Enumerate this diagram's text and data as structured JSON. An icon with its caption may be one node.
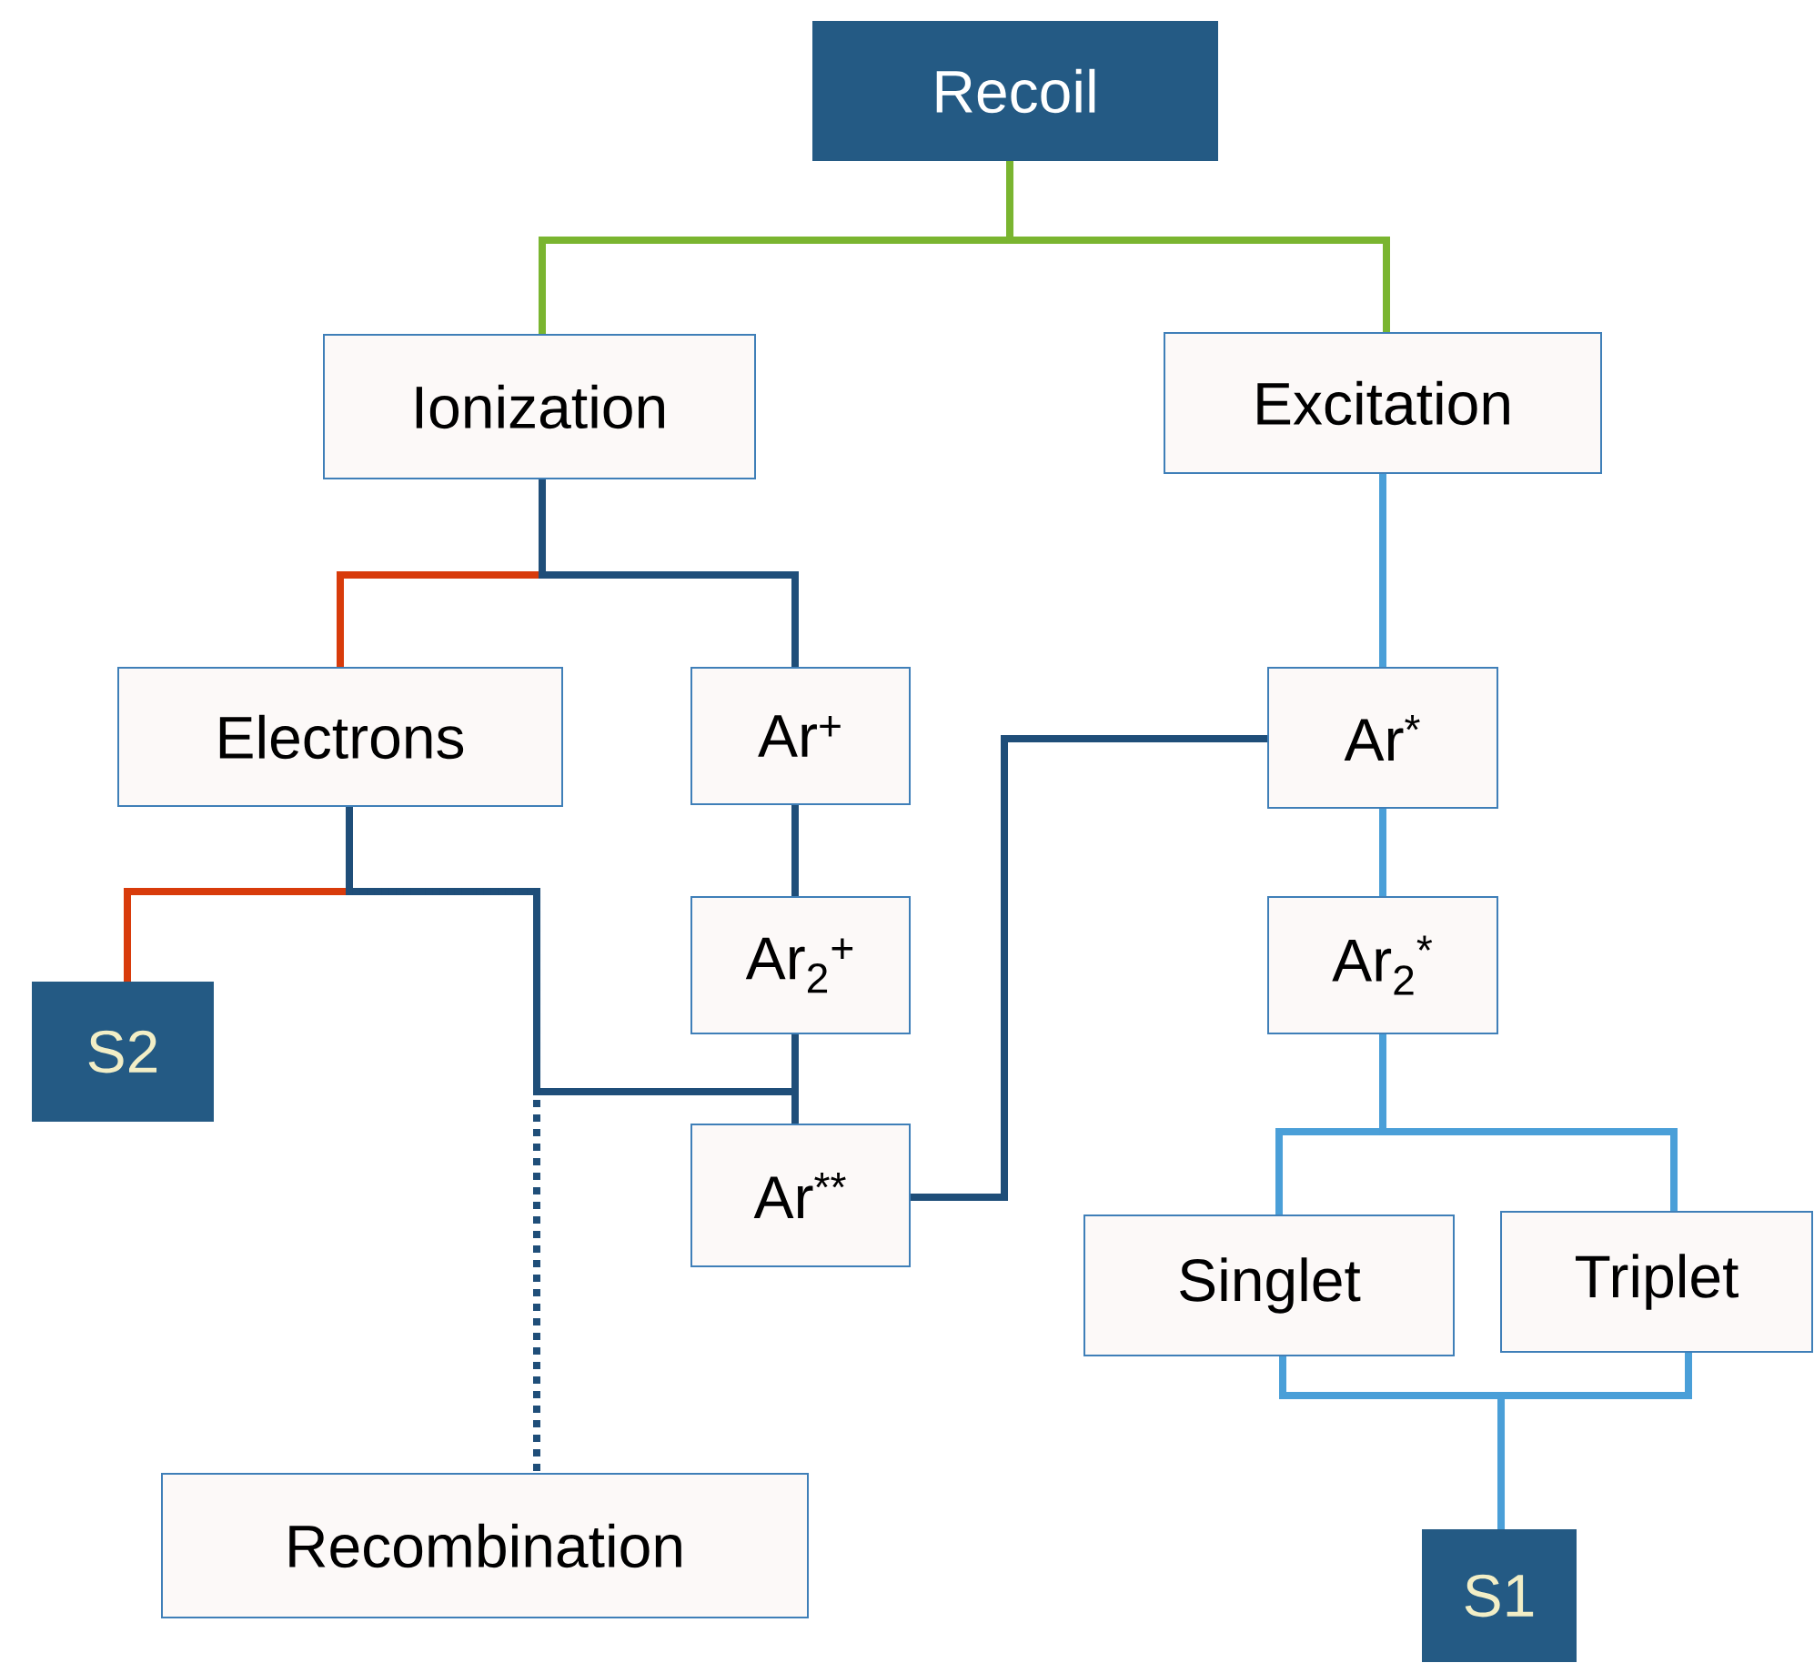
{
  "diagram": {
    "nodes": [
      {
        "text": [
          "Recoil"
        ]
      },
      {
        "text": [
          "Ionization"
        ]
      },
      {
        "text": [
          "Excitation"
        ]
      },
      {
        "text": [
          "Electrons"
        ]
      },
      {
        "text": [
          "Ar$^{+}$"
        ]
      },
      {
        "text": [
          "Ar$^{*}$"
        ]
      },
      {
        "text": [
          "Ar$_{2}$$^{+}$"
        ]
      },
      {
        "text": [
          "Ar$_{2}$$^{*}$"
        ]
      },
      {
        "text": [
          "S2"
        ]
      },
      {
        "text": [
          "Ar$^{**}$"
        ]
      },
      {
        "text": [
          "Singlet"
        ]
      },
      {
        "text": [
          "Triplet"
        ]
      },
      {
        "text": [
          "Recombination"
        ]
      },
      {
        "text": [
          "S1"
        ]
      }
    ],
    "edges": [
      {
        "from": 0,
        "to": 1,
        "arrow": "none",
        "color": "#7ab530"
      },
      {
        "from": 0,
        "to": 2,
        "arrow": "none",
        "color": "#7ab530"
      },
      {
        "from": 1,
        "to": 3,
        "arrow": "none",
        "color": "#d83b0b"
      },
      {
        "from": 1,
        "to": 4,
        "arrow": "none",
        "color": "#1f4e79"
      },
      {
        "from": 3,
        "to": 8,
        "arrow": "none",
        "color": "#d83b0b"
      },
      {
        "from": 3,
        "to": 9,
        "arrow": "none",
        "color": "#1f4e79"
      },
      {
        "from": 3,
        "to": 12,
        "arrow": "none",
        "style": "dashed",
        "color": "#1f4e79"
      },
      {
        "from": 4,
        "to": 6,
        "arrow": "none",
        "color": "#1f4e79"
      },
      {
        "from": 6,
        "to": 9,
        "arrow": "none",
        "color": "#1f4e79"
      },
      {
        "from": 9,
        "to": 5,
        "arrow": "none",
        "color": "#1f4e79"
      },
      {
        "from": 2,
        "to": 5,
        "arrow": "none",
        "color": "#4a9fd8"
      },
      {
        "from": 5,
        "to": 7,
        "arrow": "none",
        "color": "#4a9fd8"
      },
      {
        "from": 7,
        "to": 10,
        "arrow": "none",
        "color": "#4a9fd8"
      },
      {
        "from": 7,
        "to": 11,
        "arrow": "none",
        "color": "#4a9fd8"
      },
      {
        "from": 10,
        "to": 13,
        "arrow": "none",
        "color": "#4a9fd8"
      },
      {
        "from": 11,
        "to": 13,
        "arrow": "none",
        "color": "#4a9fd8"
      }
    ]
  }
}
